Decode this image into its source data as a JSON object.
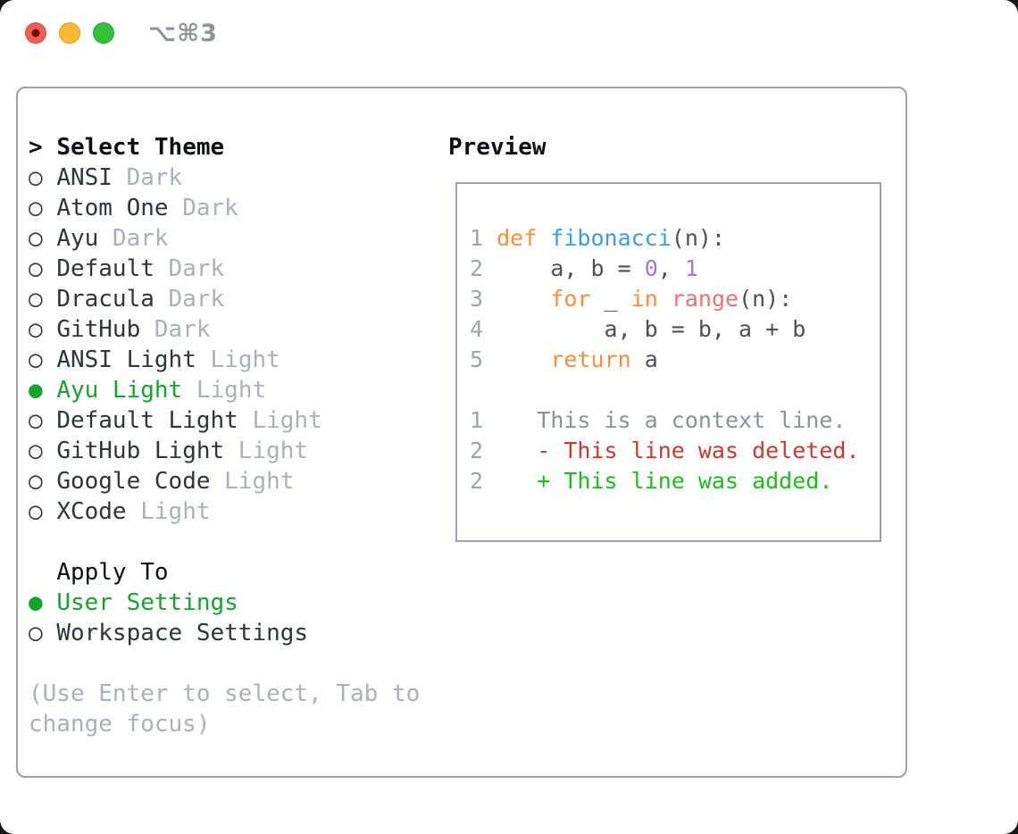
{
  "window": {
    "title": "⌥⌘3",
    "traffic_lights": [
      "close",
      "minimize",
      "zoom"
    ]
  },
  "theme_panel": {
    "header": {
      "prefix": ">",
      "label": "Select Theme"
    },
    "bullet_unselected": "○",
    "bullet_selected": "●",
    "items": [
      {
        "name": "ANSI",
        "variant": "Dark",
        "selected": false
      },
      {
        "name": "Atom One",
        "variant": "Dark",
        "selected": false
      },
      {
        "name": "Ayu",
        "variant": "Dark",
        "selected": false
      },
      {
        "name": "Default",
        "variant": "Dark",
        "selected": false
      },
      {
        "name": "Dracula",
        "variant": "Dark",
        "selected": false
      },
      {
        "name": "GitHub",
        "variant": "Dark",
        "selected": false
      },
      {
        "name": "ANSI Light",
        "variant": "Light",
        "selected": false
      },
      {
        "name": "Ayu Light",
        "variant": "Light",
        "selected": true
      },
      {
        "name": "Default Light",
        "variant": "Light",
        "selected": false
      },
      {
        "name": "GitHub Light",
        "variant": "Light",
        "selected": false
      },
      {
        "name": "Google Code",
        "variant": "Light",
        "selected": false
      },
      {
        "name": "XCode",
        "variant": "Light",
        "selected": false
      }
    ],
    "apply": {
      "header": "Apply To",
      "options": [
        {
          "name": "User Settings",
          "selected": true
        },
        {
          "name": "Workspace Settings",
          "selected": false
        }
      ]
    },
    "help_lines": [
      "(Use Enter to select, Tab to",
      "change focus)"
    ]
  },
  "preview": {
    "title": "Preview",
    "code_lines": [
      {
        "tokens": [
          [
            "ln",
            "1 "
          ],
          [
            "kw",
            "def"
          ],
          [
            "fg",
            " "
          ],
          [
            "fn",
            "fibonacci"
          ],
          [
            "fg",
            "(n):"
          ]
        ]
      },
      {
        "tokens": [
          [
            "ln",
            "2 "
          ],
          [
            "fg",
            "    a, b = "
          ],
          [
            "num",
            "0"
          ],
          [
            "fg",
            ", "
          ],
          [
            "num",
            "1"
          ]
        ]
      },
      {
        "tokens": [
          [
            "ln",
            "3 "
          ],
          [
            "fg",
            "    "
          ],
          [
            "kw",
            "for"
          ],
          [
            "fg",
            " _ "
          ],
          [
            "kw",
            "in"
          ],
          [
            "fg",
            " "
          ],
          [
            "call",
            "range"
          ],
          [
            "fg",
            "(n):"
          ]
        ]
      },
      {
        "tokens": [
          [
            "ln",
            "4 "
          ],
          [
            "fg",
            "        a, b = b, a + b"
          ]
        ]
      },
      {
        "tokens": [
          [
            "ln",
            "5 "
          ],
          [
            "fg",
            "    "
          ],
          [
            "kw",
            "return"
          ],
          [
            "fg",
            " a"
          ]
        ]
      },
      {
        "tokens": []
      },
      {
        "tokens": [
          [
            "ln",
            "1 "
          ],
          [
            "ctx",
            "   This is a context line."
          ]
        ]
      },
      {
        "tokens": [
          [
            "ln",
            "2 "
          ],
          [
            "del",
            "   - This line was deleted."
          ]
        ]
      },
      {
        "tokens": [
          [
            "ln",
            "2 "
          ],
          [
            "add",
            "   + This line was added."
          ]
        ]
      }
    ]
  },
  "colors": {
    "dot_red": "#F25D52",
    "dot_red_inner": "#750B06",
    "dot_yellow": "#F5BA31",
    "dot_green": "#33C03B",
    "title_gray": "#8F959C",
    "border": "#9AA3AD",
    "header_black": "#0C0F13",
    "text_dark": "#2F353D",
    "text_muted": "#A9B2BC",
    "selected_green": "#14A52C",
    "ln": "#9AA5AF",
    "kw": "#FA8D3E",
    "fn": "#399EE6",
    "num": "#A37ACC",
    "call": "#F07171",
    "fg": "#4A5158",
    "ctx": "#8A939B",
    "del": "#CB3A2A",
    "add": "#1ABF1A"
  }
}
